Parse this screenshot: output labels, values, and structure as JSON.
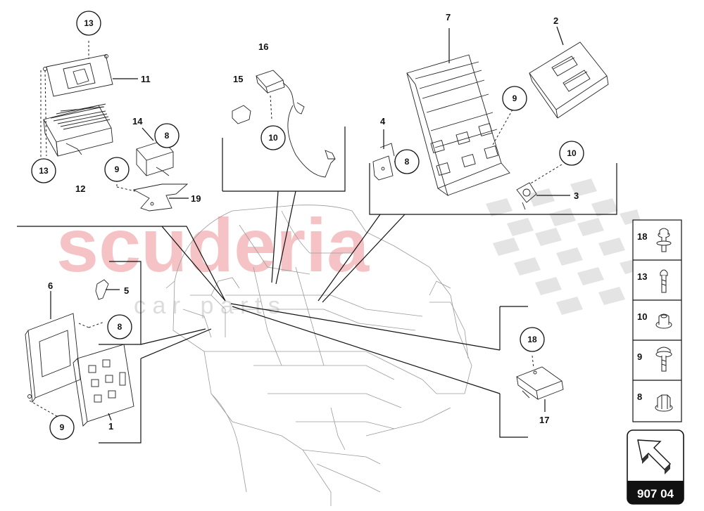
{
  "watermark": {
    "brand": "scuderia",
    "sub": "c a r   p a r t s",
    "brand_color": "#f4b9bb",
    "sub_color": "#d9d9d9"
  },
  "callouts": {
    "c13_top": "13",
    "c13_bottom": "13",
    "c8_top": "8",
    "c9_left": "9",
    "c10_mid": "10",
    "c9_right": "9",
    "c8_right": "8",
    "c10_right": "10",
    "c8_lower": "8",
    "c9_lower": "9",
    "c18_lower": "18"
  },
  "labels": {
    "l11": "11",
    "l12": "12",
    "l14": "14",
    "l19": "19",
    "l16": "16",
    "l15": "15",
    "l7": "7",
    "l2": "2",
    "l4": "4",
    "l3": "3",
    "l6": "6",
    "l5": "5",
    "l1": "1",
    "l17": "17"
  },
  "legend": [
    {
      "number": "18",
      "icon": "bolt-washer-icon"
    },
    {
      "number": "13",
      "icon": "bolt-icon"
    },
    {
      "number": "10",
      "icon": "nut-icon"
    },
    {
      "number": "9",
      "icon": "screw-washer-icon"
    },
    {
      "number": "8",
      "icon": "hex-nut-icon"
    }
  ],
  "nav": {
    "icon": "arrow-icon",
    "code": "907 04"
  }
}
